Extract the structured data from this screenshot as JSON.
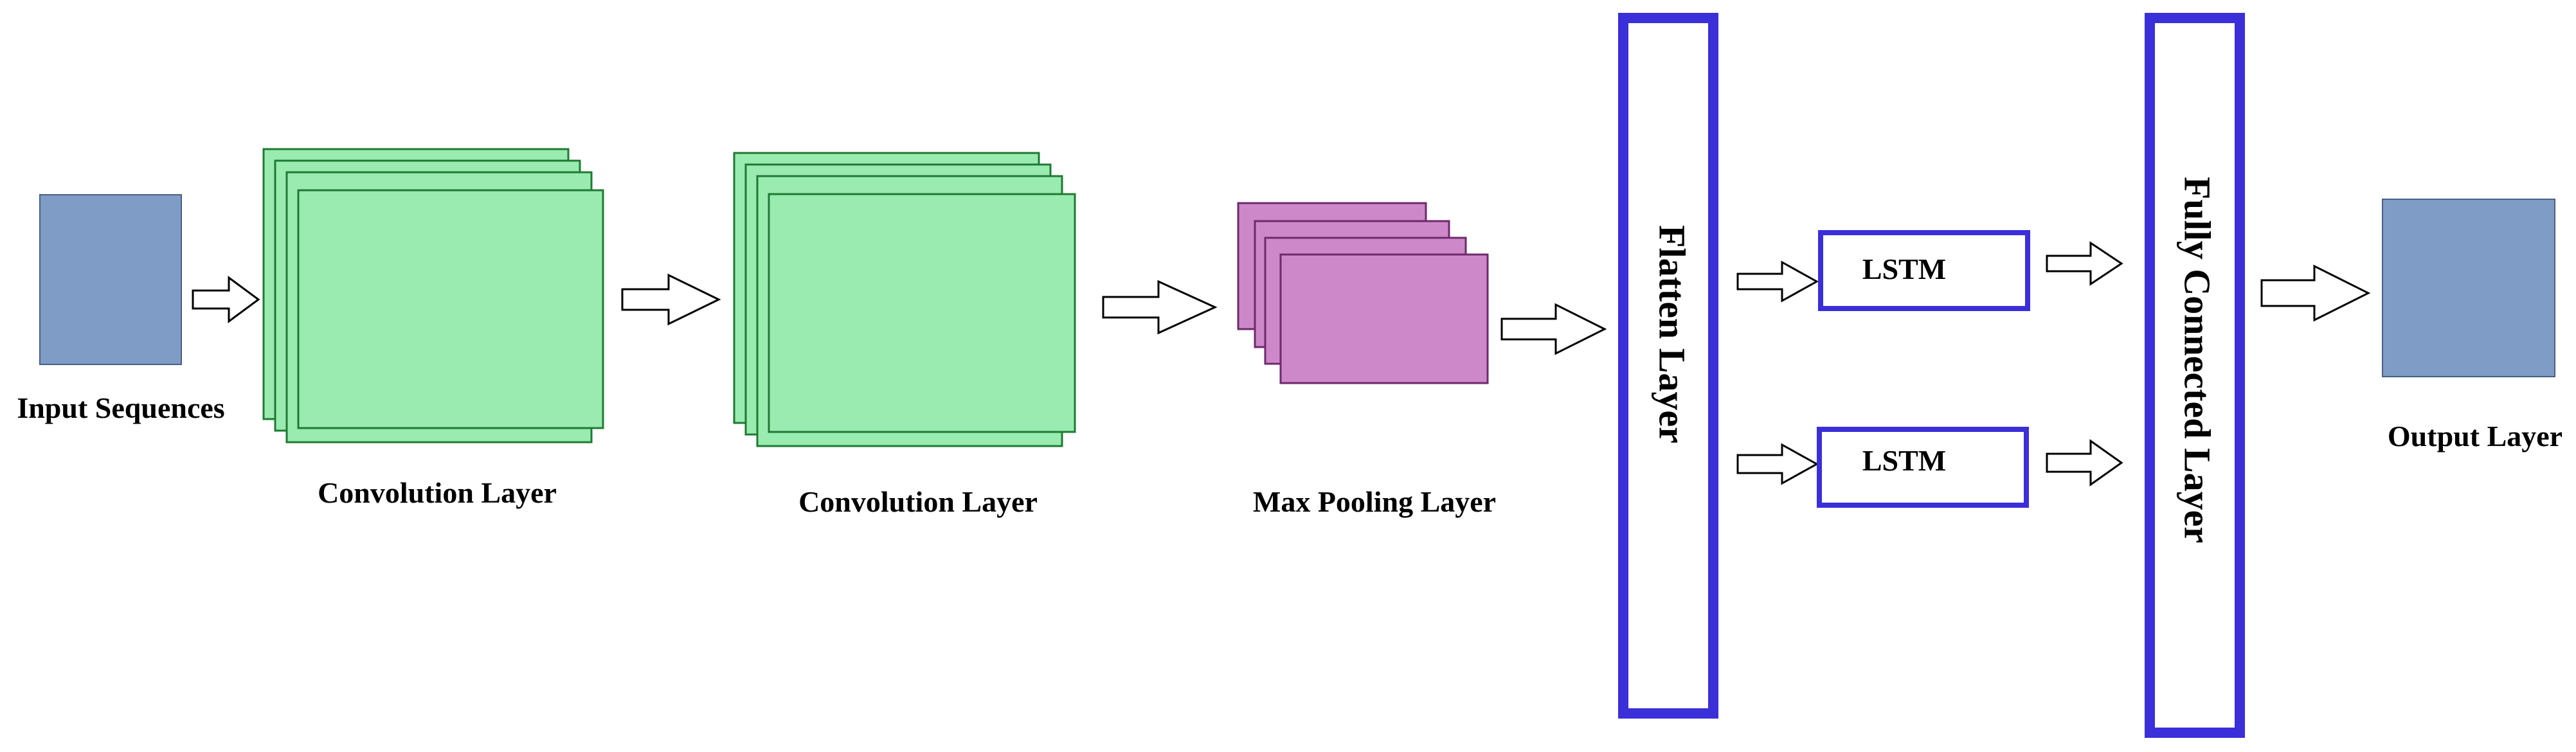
{
  "labels": {
    "input": "Input Sequences",
    "conv1": "Convolution Layer",
    "conv2": "Convolution Layer",
    "pool": "Max Pooling Layer",
    "flatten": "Flatten Layer",
    "lstm_top": "LSTM",
    "lstm_bottom": "LSTM",
    "fc": "Fully Connected Layer",
    "output": "Output Layer"
  },
  "colors": {
    "input_fill": "#7f9cc7",
    "conv_fill": "#99ebb0",
    "conv_stroke": "#1f7a33",
    "pool_fill": "#cc88c8",
    "pool_stroke": "#6e2a6b",
    "layer_border": "#3a2fd9",
    "output_fill": "#7f9cc7"
  }
}
